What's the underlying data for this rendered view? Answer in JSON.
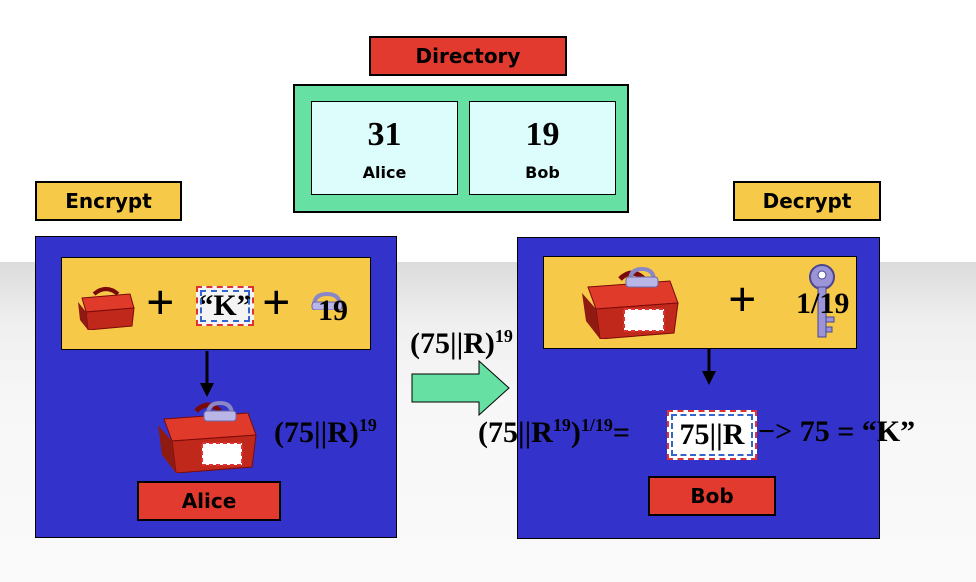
{
  "directory": {
    "title": "Directory",
    "entries": [
      {
        "number": "31",
        "name": "Alice"
      },
      {
        "number": "19",
        "name": "Bob"
      }
    ]
  },
  "encrypt": {
    "label": "Encrypt",
    "plus1": "+",
    "k_text": "“K”",
    "plus2": "+",
    "num": "19",
    "result_base": "(75||R)",
    "result_exp": "19",
    "owner": "Alice"
  },
  "transfer": {
    "base": "(75||R)",
    "exp": "19"
  },
  "decrypt": {
    "label": "Decrypt",
    "plus": "+",
    "key_text": "1/19",
    "eq_open": "(75||R",
    "eq_inner_exp": "19",
    "eq_close": ")",
    "eq_outer_exp": "1/19",
    "eq_equals": "=",
    "envelope_text": "75||R",
    "arrow_tail": "−> 75 = “K”",
    "owner": "Bob"
  },
  "colors": {
    "red": "#e23a2e",
    "yellow": "#f7c948",
    "green": "#66e0a3",
    "cyan": "#ddfcfc",
    "blue": "#3333cc"
  },
  "icons": [
    "toolbox-icon",
    "padlock-icon",
    "key-icon",
    "envelope-icon",
    "arrow-icon"
  ]
}
